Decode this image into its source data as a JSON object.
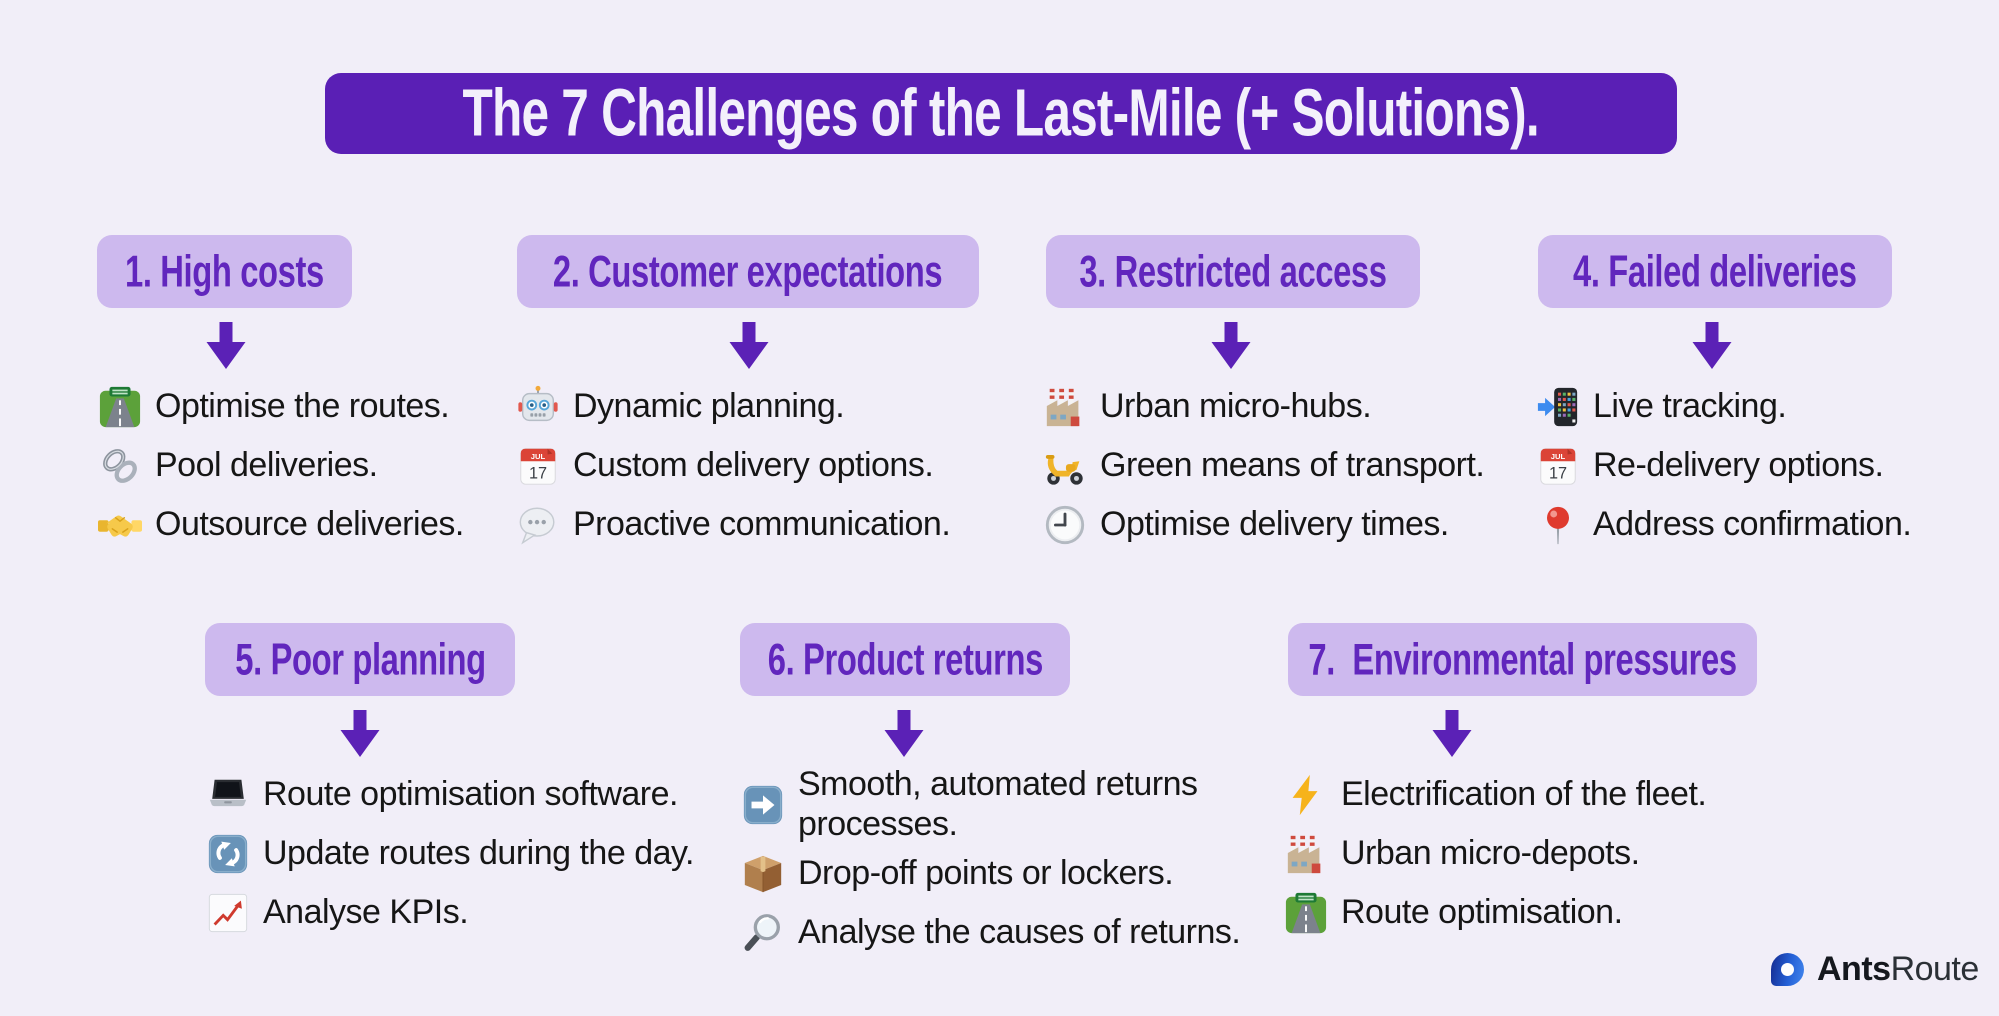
{
  "title": "The 7 Challenges of the Last-Mile (+ Solutions).",
  "sections": [
    {
      "title": "1. High costs",
      "items": [
        {
          "icon": "motorway",
          "text": "Optimise the routes."
        },
        {
          "icon": "link",
          "text": "Pool deliveries."
        },
        {
          "icon": "handshake",
          "text": "Outsource deliveries."
        }
      ]
    },
    {
      "title": "2. Customer expectations",
      "items": [
        {
          "icon": "robot",
          "text": "Dynamic planning."
        },
        {
          "icon": "calendar",
          "text": "Custom delivery options."
        },
        {
          "icon": "speech-balloon",
          "text": "Proactive communication."
        }
      ]
    },
    {
      "title": "3. Restricted access",
      "items": [
        {
          "icon": "factory",
          "text": "Urban micro-hubs."
        },
        {
          "icon": "scooter",
          "text": "Green means of transport."
        },
        {
          "icon": "clock",
          "text": "Optimise delivery times."
        }
      ]
    },
    {
      "title": "4. Failed deliveries",
      "items": [
        {
          "icon": "phone-arrow",
          "text": "Live tracking."
        },
        {
          "icon": "calendar",
          "text": "Re-delivery options."
        },
        {
          "icon": "pushpin",
          "text": "Address confirmation."
        }
      ]
    },
    {
      "title": "5. Poor planning",
      "items": [
        {
          "icon": "laptop",
          "text": "Route optimisation software."
        },
        {
          "icon": "arrows-cycle",
          "text": "Update routes during the day."
        },
        {
          "icon": "chart-up",
          "text": "Analyse KPIs."
        }
      ]
    },
    {
      "title": "6. Product returns",
      "items": [
        {
          "icon": "arrow-right-button",
          "text": "Smooth, automated returns\nprocesses."
        },
        {
          "icon": "package",
          "text": "Drop-off points or lockers."
        },
        {
          "icon": "magnifier",
          "text": "Analyse the causes of returns."
        }
      ]
    },
    {
      "title": "7.  Environmental pressures",
      "items": [
        {
          "icon": "lightning",
          "text": "Electrification of the fleet."
        },
        {
          "icon": "factory",
          "text": "Urban micro-depots."
        },
        {
          "icon": "motorway",
          "text": "Route optimisation."
        }
      ]
    }
  ],
  "logo": {
    "bold": "Ants",
    "regular": "Route"
  },
  "colors": {
    "background": "#f1eef8",
    "title_bar": "#5a1fb5",
    "badge_bg": "#cdb9ee",
    "badge_text": "#6126bd",
    "arrow": "#5b21b6",
    "item_text": "#161616",
    "logo_blue": "#2460d6"
  }
}
